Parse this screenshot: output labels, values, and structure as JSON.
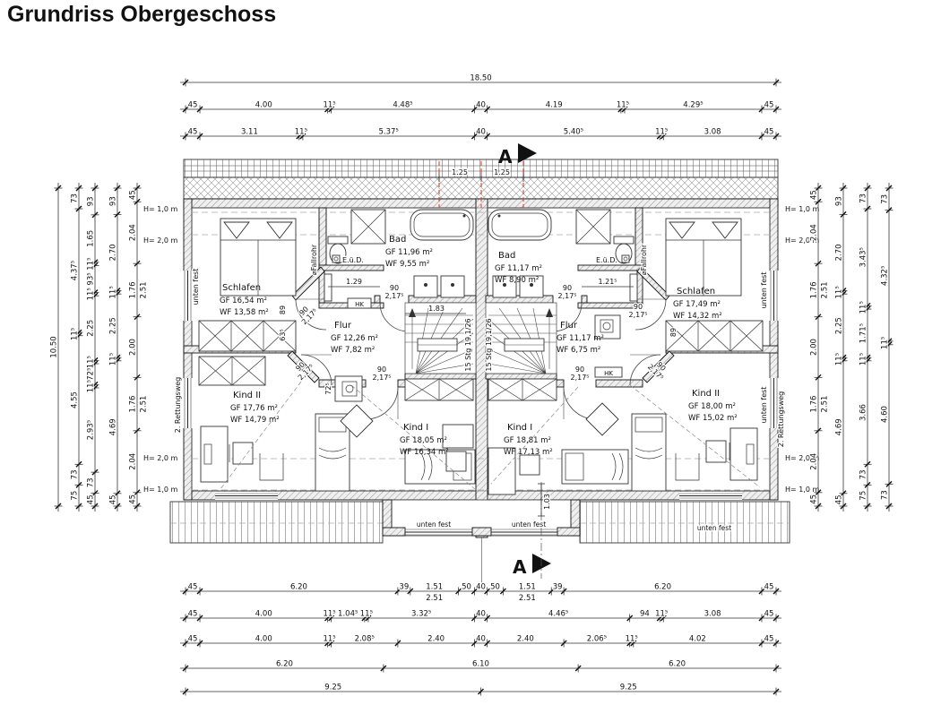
{
  "title": "Grundriss Obergeschoss",
  "section": {
    "letter": "A",
    "d125": "1.25"
  },
  "doors": {
    "w": "90",
    "h": "2,17⁵"
  },
  "stair": {
    "note": "15 Stg 19,1/26",
    "d183": "1.83"
  },
  "heights": {
    "h10": "H= 1,0 m",
    "h20": "H= 2,0 m"
  },
  "notes": {
    "unten_fest": "unten fest",
    "rettungsweg": "2. Rettungsweg",
    "fallrohr": "⌀Fallrohr",
    "eud": "E.ü.D.",
    "hk": "HK"
  },
  "small_dims": {
    "c129": "1.29",
    "c1215": "1.21⁵",
    "d725": "72⁵",
    "d635": "63⁵",
    "d89": "89",
    "d103": "1.03"
  },
  "rooms": {
    "l_schlafen": {
      "name": "Schlafen",
      "gf": "GF 16,54 m²",
      "wf": "WF 13,58 m²"
    },
    "l_bad": {
      "name": "Bad",
      "gf": "GF 11,96 m²",
      "wf": "WF  9,55 m²"
    },
    "l_flur": {
      "name": "Flur",
      "gf": "GF 12,26 m²",
      "wf": "WF 7,82 m²"
    },
    "l_kind2": {
      "name": "Kind II",
      "gf": "GF 17,76 m²",
      "wf": "WF 14,79 m²"
    },
    "l_kind1": {
      "name": "Kind I",
      "gf": "GF 18,05 m²",
      "wf": "WF 16,34 m²"
    },
    "r_bad": {
      "name": "Bad",
      "gf": "GF 11,17 m²",
      "wf": "WF  8,90 m²"
    },
    "r_schlafen": {
      "name": "Schlafen",
      "gf": "GF 17,49 m²",
      "wf": "WF 14,32 m²"
    },
    "r_flur": {
      "name": "Flur",
      "gf": "GF 11,17 m²",
      "wf": "WF 6,75 m²"
    },
    "r_kind1": {
      "name": "Kind I",
      "gf": "GF 18,81 m²",
      "wf": "WF 17,13 m²"
    },
    "r_kind2": {
      "name": "Kind II",
      "gf": "GF 18,00 m²",
      "wf": "WF 15,02 m²"
    }
  },
  "dims": {
    "top": [
      [
        "18.50"
      ],
      [
        "45",
        "4.00",
        "11⁵",
        "4.48⁵",
        "40",
        "4.19",
        "11⁵",
        "4.29⁵",
        "45"
      ],
      [
        "45",
        "3.11",
        "11⁵",
        "5.37⁵",
        "40",
        "5.40⁵",
        "11⁵",
        "3.08",
        "45"
      ]
    ],
    "bottom": [
      [
        "45",
        "6.20",
        "39",
        "1.51/2.51",
        "50",
        "40",
        "50",
        "1.51/2.51",
        "39",
        "6.20",
        "45"
      ],
      [
        "45",
        "4.00",
        "11⁵",
        "1.04⁵",
        "11⁵",
        "3.32⁵",
        "40",
        "4.46⁵",
        "94",
        "11⁵",
        "3.08",
        "45"
      ],
      [
        "45",
        "4.00",
        "11⁵",
        "2.08⁵",
        "2.40",
        "40",
        "2.40",
        "2.06⁵",
        "11⁵",
        "4.02",
        "45"
      ],
      [
        "6.20",
        "6.10",
        "6.20"
      ],
      [
        "9.25",
        "9.25"
      ]
    ],
    "left": [
      [
        "10.50"
      ],
      [
        "73",
        "4.37⁵",
        "11⁵",
        "4.55",
        "73",
        "75"
      ],
      [
        "93",
        "1.65",
        "11⁵",
        "93⁵",
        "11⁵",
        "2.25",
        "11⁵",
        "72⁵",
        "11⁵",
        "2.93⁵",
        "73",
        "45"
      ],
      [
        "93",
        "2.70",
        "11⁵",
        "2.25",
        "11⁵",
        "4.69",
        "45"
      ],
      [
        "45",
        "2.04",
        "1.76/2.51",
        "2.00",
        "1.76/2.51",
        "2.04",
        "45"
      ]
    ],
    "right": [
      [
        "45",
        "2.04",
        "1.76/2.51",
        "2.00",
        "1.76/2.51",
        "2.04",
        "45"
      ],
      [
        "93",
        "2.70",
        "11⁵",
        "2.25",
        "11⁵",
        "4.69",
        "45"
      ],
      [
        "73",
        "3.43⁵",
        "11⁵",
        "1.71⁵",
        "11⁵",
        "3.66",
        "73",
        "75"
      ],
      [
        "73",
        "4.32⁵",
        "11⁵",
        "4.60",
        "73"
      ]
    ]
  }
}
